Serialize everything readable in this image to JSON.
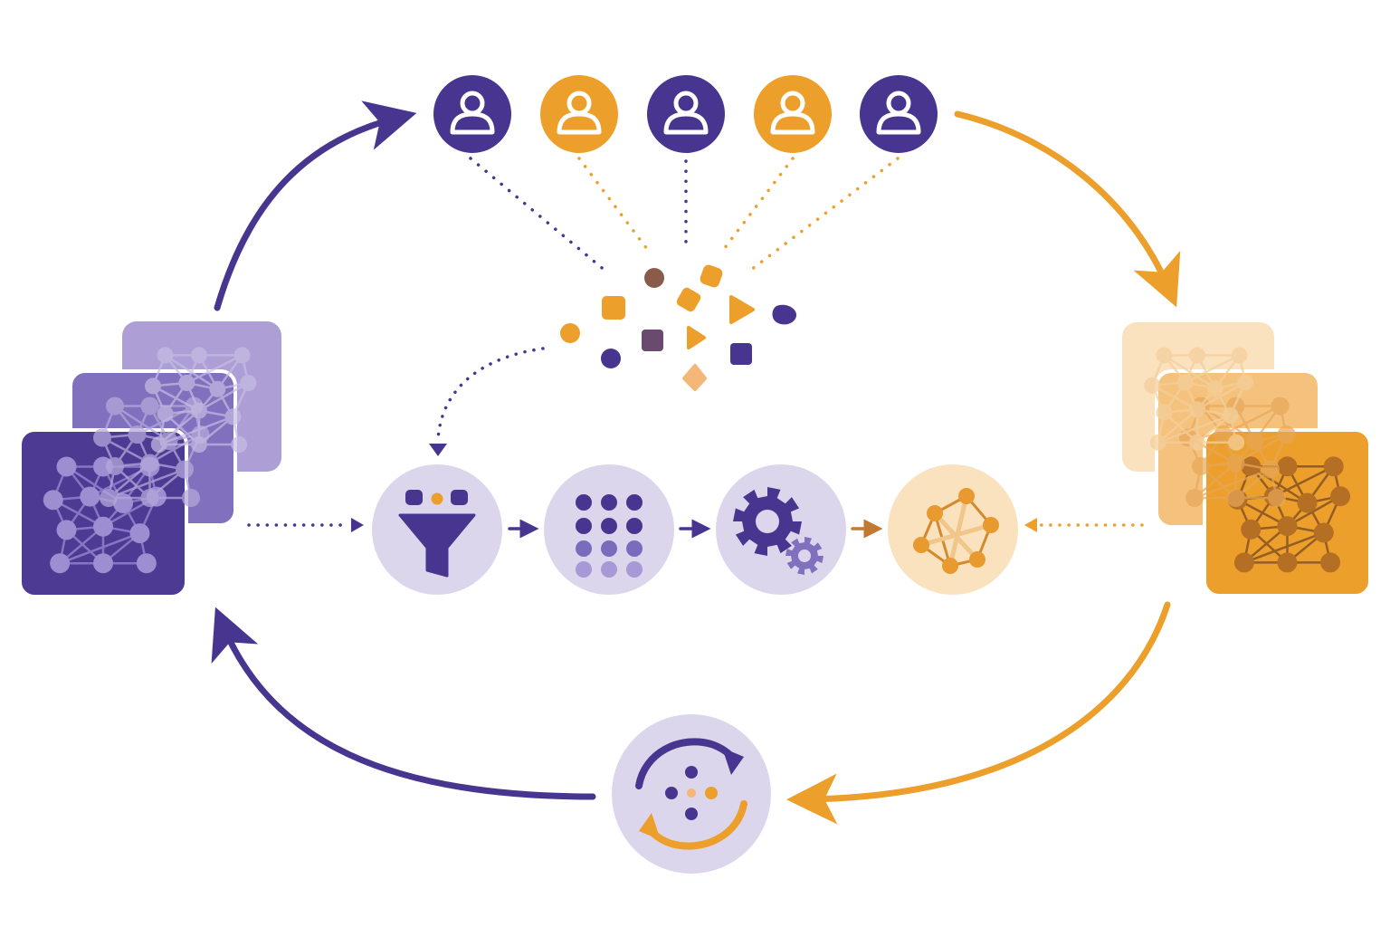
{
  "colors": {
    "purple": "#47358f",
    "purple_mid": "#8070bd",
    "purple_light": "#ad9fd6",
    "lavender": "#dcd6ec",
    "orange": "#ec9f2a",
    "orange_mid": "#f2b864",
    "orange_light": "#f9dcaf",
    "orange_pale": "#fbe6c8",
    "brown": "#a86a2e",
    "white": "#ffffff"
  },
  "users": [
    {
      "name": "user-1",
      "color": "purple"
    },
    {
      "name": "user-2",
      "color": "orange"
    },
    {
      "name": "user-3",
      "color": "purple"
    },
    {
      "name": "user-4",
      "color": "orange"
    },
    {
      "name": "user-5",
      "color": "purple"
    }
  ],
  "pipeline": [
    {
      "name": "filter-stage",
      "icon": "funnel-icon"
    },
    {
      "name": "tokenize-stage",
      "icon": "dot-grid-icon"
    },
    {
      "name": "processing-stage",
      "icon": "gears-icon"
    },
    {
      "name": "output-model-stage",
      "icon": "network-icon"
    }
  ],
  "left_model_stack": {
    "icon": "neural-network-icon",
    "color": "purple"
  },
  "right_model_stack": {
    "icon": "neural-network-icon",
    "color": "orange"
  },
  "cycle": {
    "icon": "refresh-cycle-icon"
  }
}
